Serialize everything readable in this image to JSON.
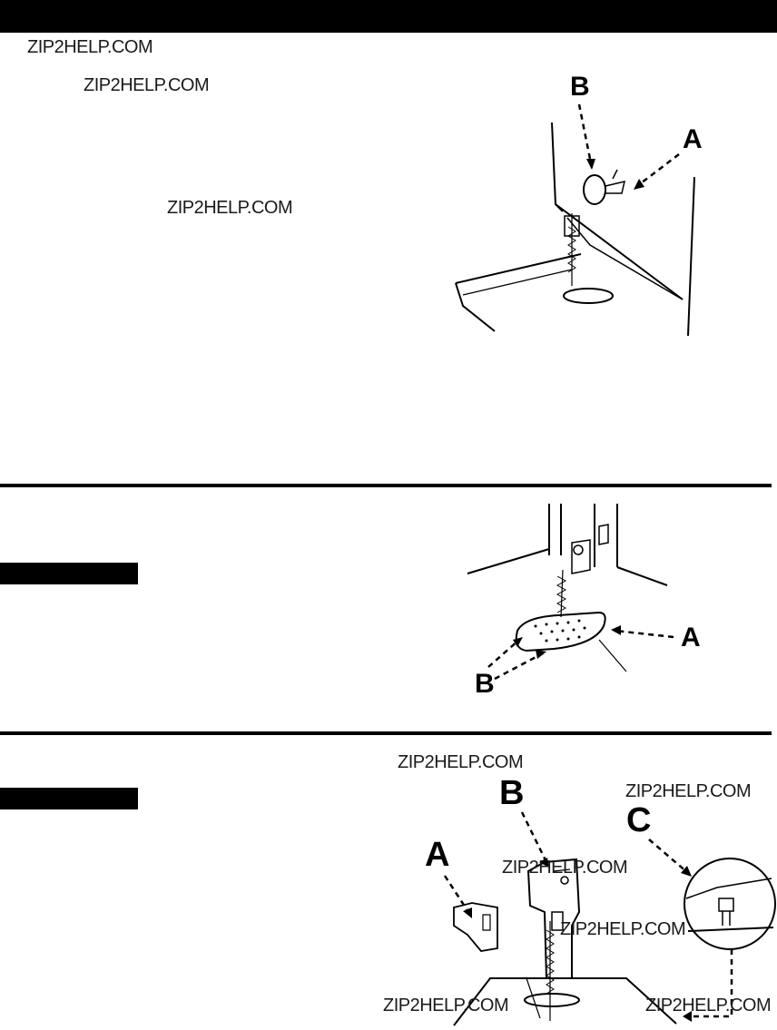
{
  "watermarks": [
    "ZIP2HELP.COM",
    "ZIP2HELP.COM",
    "ZIP2HELP.COM",
    "ZIP2HELP.COM",
    "ZIP2HELP.COM",
    "ZIP2HELP.COM",
    "ZIP2HELP.COM",
    "ZIP2HELP.COM",
    "ZIP2HELP.COM"
  ],
  "figures": {
    "fig1": {
      "callouts": [
        "B",
        "A"
      ]
    },
    "fig2": {
      "callouts": [
        "A",
        "B"
      ]
    },
    "fig3": {
      "callouts": [
        "A",
        "B",
        "C"
      ]
    }
  },
  "colors": {
    "ink": "#000000",
    "background": "#ffffff"
  }
}
